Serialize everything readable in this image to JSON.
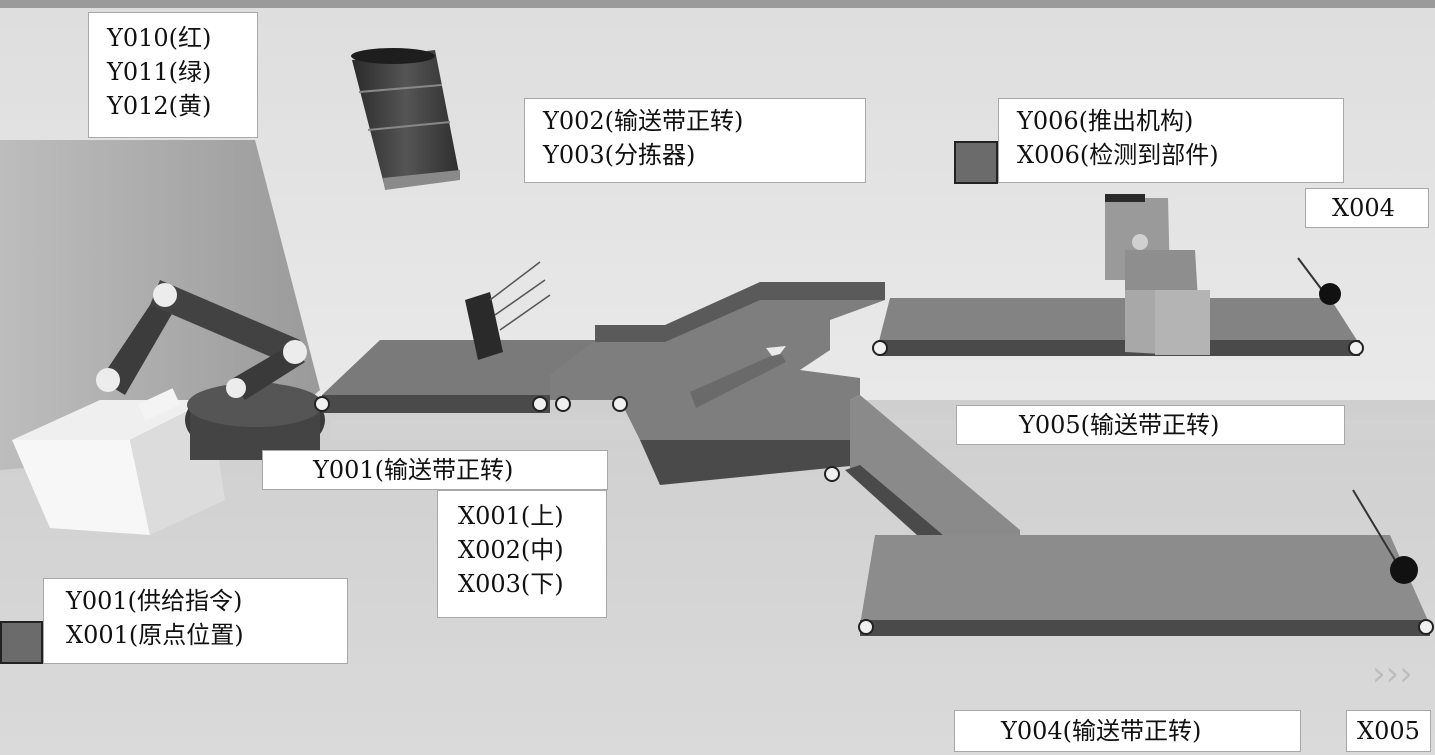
{
  "signal_lamp_label": {
    "lines": [
      "Y010(红)",
      "Y011(绿)",
      "Y012(黄)"
    ]
  },
  "feed_conveyor_label": {
    "text": "Y001(输送带正转)"
  },
  "sort_conveyor_label": {
    "lines": [
      "Y002(输送带正转)",
      "Y003(分拣器)"
    ]
  },
  "pusher_label": {
    "lines": [
      "Y006(推出机构)",
      "X006(检测到部件)"
    ]
  },
  "x004_label": {
    "text": "X004"
  },
  "y005_label": {
    "text": "Y005(输送带正转)"
  },
  "sensor_label": {
    "lines": [
      "X001(上)",
      "X002(中)",
      "X003(下)"
    ]
  },
  "supply_label": {
    "lines": [
      "Y001(供给指令)",
      "X001(原点位置)"
    ]
  },
  "y004_label": {
    "text": "Y004(输送带正转)"
  },
  "x005_label": {
    "text": "X005"
  },
  "colors": {
    "indicator": "#6b6b6b",
    "conveyor_top": "#7a7a7a",
    "conveyor_side": "#4a4a4a",
    "floor": "#d2d2d2",
    "wall": "#e6e6e6"
  }
}
